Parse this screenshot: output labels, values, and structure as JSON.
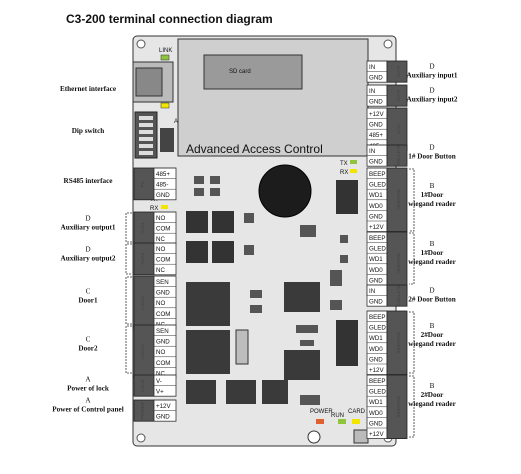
{
  "title": "C3-200 terminal connection diagram",
  "board_banner": "Advanced Access Control",
  "sd_card": "SD card",
  "led_link": "LINK",
  "led_act": "ACT",
  "led_power": "POWER",
  "led_run": "RUN",
  "led_card": "CARD",
  "txrx": [
    "TX",
    "RX"
  ],
  "left_labels": [
    {
      "id": "ethernet",
      "lines": [
        "Ethernet interface"
      ]
    },
    {
      "id": "dip",
      "lines": [
        "Dip switch"
      ]
    },
    {
      "id": "rs485",
      "lines": [
        "RS485  interface"
      ]
    },
    {
      "id": "aux-out1",
      "lines": [
        "D",
        "Auxiliary output1"
      ]
    },
    {
      "id": "aux-out2",
      "lines": [
        "D",
        "Auxiliary output2"
      ]
    },
    {
      "id": "door1",
      "lines": [
        "C",
        "Door1"
      ]
    },
    {
      "id": "door2",
      "lines": [
        "C",
        "Door2"
      ]
    },
    {
      "id": "lock-power",
      "lines": [
        "A",
        "Power of lock"
      ]
    },
    {
      "id": "panel-power",
      "lines": [
        "A",
        "Power of Control panel"
      ]
    }
  ],
  "right_labels": [
    {
      "id": "aux-in1",
      "lines": [
        "D",
        "Auxiliary input1"
      ]
    },
    {
      "id": "aux-in2",
      "lines": [
        "D",
        "Auxiliary input2"
      ]
    },
    {
      "id": "door-btn1",
      "lines": [
        "D",
        "1# Door Button"
      ]
    },
    {
      "id": "reader1",
      "lines": [
        "B",
        "1#Door",
        "wiegand reader"
      ]
    },
    {
      "id": "reader1b",
      "lines": [
        "B",
        "1#Door",
        "wiegand reader"
      ]
    },
    {
      "id": "door-btn2",
      "lines": [
        "D",
        "2# Door Button"
      ]
    },
    {
      "id": "reader2",
      "lines": [
        "B",
        "2#Door",
        "wiegand reader"
      ]
    },
    {
      "id": "reader2b",
      "lines": [
        "B",
        "2#Door",
        "wiegand reader"
      ]
    }
  ],
  "right_terminals": [
    {
      "pins": [
        "IN",
        "GND"
      ],
      "tag": "AUX1"
    },
    {
      "pins": [
        "IN",
        "GND"
      ],
      "tag": "AUX2"
    },
    {
      "pins": [
        "+12V",
        "GND",
        "485+",
        "485-"
      ],
      "tag": "OUT"
    },
    {
      "pins": [
        "IN",
        "GND"
      ],
      "tag": "BUTTON1"
    },
    {
      "pins": [
        "BEEP",
        "GLED",
        "WD1",
        "WD0",
        "GND",
        "+12V"
      ],
      "tag": "READER1"
    },
    {
      "pins": [
        "BEEP",
        "GLED",
        "WD1",
        "WD0",
        "GND",
        "+12V"
      ],
      "tag": "READER1"
    },
    {
      "pins": [
        "IN",
        "GND"
      ],
      "tag": "BUTTON2"
    },
    {
      "pins": [
        "BEEP",
        "GLED",
        "WD1",
        "WD0",
        "GND",
        "+12V"
      ],
      "tag": "READER2"
    },
    {
      "pins": [
        "BEEP",
        "GLED",
        "WD1",
        "WD0",
        "GND",
        "+12V"
      ],
      "tag": "READER2"
    }
  ],
  "left_terminals": [
    {
      "pins": [
        "485+",
        "485-",
        "GND"
      ],
      "tag": "PC"
    },
    {
      "pins": [
        "NO",
        "COM",
        "NC"
      ],
      "tag": "AUX1"
    },
    {
      "pins": [
        "NO",
        "COM",
        "NC"
      ],
      "tag": "AUX2"
    },
    {
      "pins": [
        "SEN",
        "GND",
        "NO",
        "COM",
        "NC"
      ],
      "tag": "LOCK1"
    },
    {
      "pins": [
        "SEN",
        "GND",
        "NO",
        "COM",
        "NC"
      ],
      "tag": "LOCK2"
    },
    {
      "pins": [
        "V-",
        "V+"
      ],
      "tag": "LOCK"
    },
    {
      "pins": [
        "+12V",
        "GND"
      ],
      "tag": "POWER"
    }
  ]
}
